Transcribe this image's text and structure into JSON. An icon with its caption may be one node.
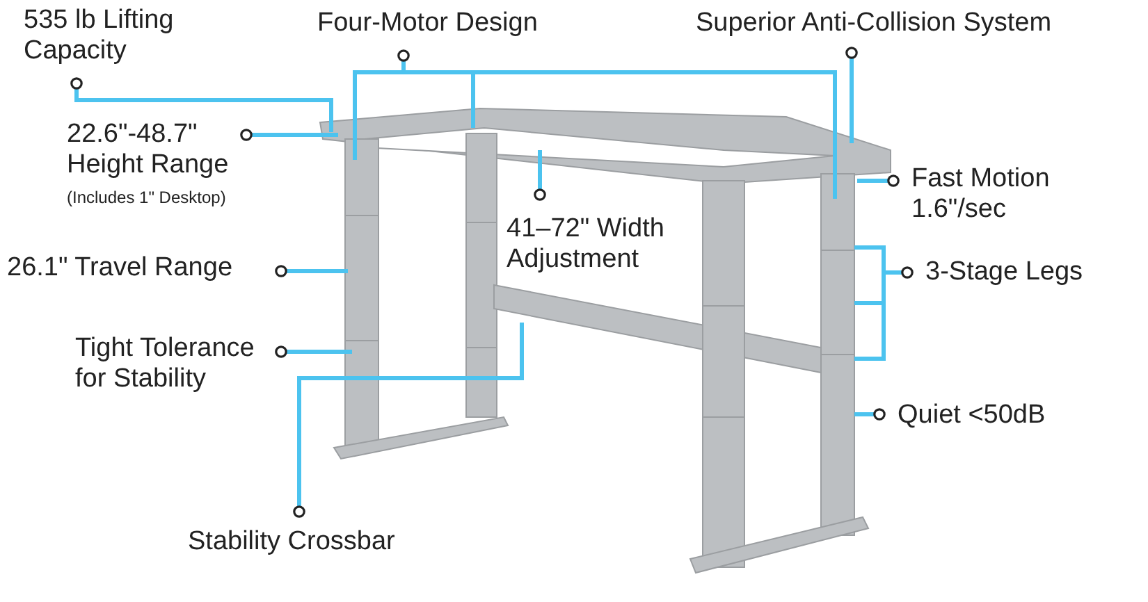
{
  "diagram": {
    "nodes": [
      {
        "text": [
          "535 lb Lifting Capacity"
        ]
      },
      {
        "text": [
          "Four-Motor Design"
        ]
      },
      {
        "text": [
          "Superior Anti-Collision System"
        ]
      },
      {
        "text": [
          "22.6\"-48.7\" Height Range",
          "(Includes 1\" Desktop)"
        ]
      },
      {
        "text": [
          "Fast Motion 1.6\"/sec"
        ]
      },
      {
        "text": [
          "41–72\" Width Adjustment"
        ]
      },
      {
        "text": [
          "26.1\" Travel Range"
        ]
      },
      {
        "text": [
          "3-Stage Legs"
        ]
      },
      {
        "text": [
          "Tight Tolerance for Stability"
        ]
      },
      {
        "text": [
          "Quiet <50dB"
        ]
      },
      {
        "text": [
          "Stability Crossbar"
        ]
      }
    ],
    "edges": [
      {
        "from": 0,
        "to": null,
        "arrow": "other"
      },
      {
        "from": 1,
        "to": null,
        "arrow": "other"
      },
      {
        "from": 2,
        "to": null,
        "arrow": "other"
      },
      {
        "from": 3,
        "to": null,
        "arrow": "other"
      },
      {
        "from": 4,
        "to": null,
        "arrow": "other"
      },
      {
        "from": 5,
        "to": null,
        "arrow": "other"
      },
      {
        "from": 6,
        "to": null,
        "arrow": "other"
      },
      {
        "from": 7,
        "to": null,
        "arrow": "other"
      },
      {
        "from": 8,
        "to": null,
        "arrow": "other"
      },
      {
        "from": 9,
        "to": null,
        "arrow": "other"
      },
      {
        "from": 10,
        "to": null,
        "arrow": "other"
      }
    ]
  }
}
